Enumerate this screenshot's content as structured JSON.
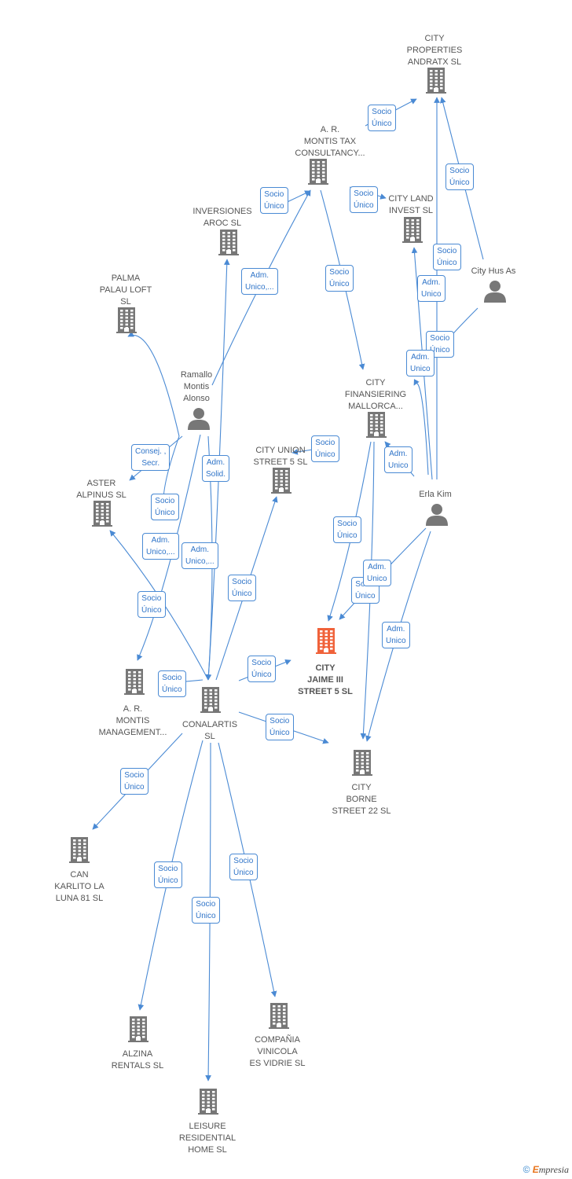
{
  "colors": {
    "edge": "#4a8ad4",
    "node": "#777777",
    "highlight": "#f0623a",
    "label_text": "#2f74c8"
  },
  "nodes": [
    {
      "id": "city_properties",
      "type": "company",
      "lines": [
        "CITY",
        "PROPERTIES",
        "ANDRATX  SL"
      ]
    },
    {
      "id": "ar_montis_tax",
      "type": "company",
      "lines": [
        "A.  R.",
        "MONTIS TAX",
        "CONSULTANCY..."
      ]
    },
    {
      "id": "inversiones_aroc",
      "type": "company",
      "lines": [
        "INVERSIONES",
        "AROC  SL"
      ]
    },
    {
      "id": "city_land",
      "type": "company",
      "lines": [
        "CITY LAND",
        "INVEST  SL"
      ]
    },
    {
      "id": "city_hus",
      "type": "person",
      "lines": [
        "City Hus As"
      ]
    },
    {
      "id": "palma_palau",
      "type": "company",
      "lines": [
        "PALMA",
        "PALAU LOFT",
        "SL"
      ]
    },
    {
      "id": "ramallo",
      "type": "person",
      "lines": [
        "Ramallo",
        "Montis",
        "Alonso"
      ]
    },
    {
      "id": "city_finansiering",
      "type": "company",
      "lines": [
        "CITY",
        "FINANSIERING",
        "MALLORCA..."
      ]
    },
    {
      "id": "city_union",
      "type": "company",
      "lines": [
        "CITY UNION",
        "STREET 5  SL"
      ]
    },
    {
      "id": "aster_alpinus",
      "type": "company",
      "lines": [
        "ASTER",
        "ALPINUS  SL"
      ]
    },
    {
      "id": "erla_kim",
      "type": "person",
      "lines": [
        "Erla Kim"
      ]
    },
    {
      "id": "city_jaime",
      "type": "company",
      "main": true,
      "lines": [
        "CITY",
        "JAIME III",
        "STREET 5  SL"
      ]
    },
    {
      "id": "ar_montis_mgmt",
      "type": "company",
      "lines": [
        "A.  R.",
        "MONTIS",
        "MANAGEMENT..."
      ]
    },
    {
      "id": "conalartis",
      "type": "company",
      "lines": [
        "CONALARTIS",
        "SL"
      ]
    },
    {
      "id": "city_borne",
      "type": "company",
      "lines": [
        "CITY",
        "BORNE",
        "STREET 22  SL"
      ]
    },
    {
      "id": "can_karlito",
      "type": "company",
      "lines": [
        "CAN",
        "KARLITO LA",
        "LUNA 81  SL"
      ]
    },
    {
      "id": "alzina",
      "type": "company",
      "lines": [
        "ALZINA",
        "RENTALS  SL"
      ]
    },
    {
      "id": "compania_vinicola",
      "type": "company",
      "lines": [
        "COMPAÑIA",
        "VINICOLA",
        "ES VIDRIE  SL"
      ]
    },
    {
      "id": "leisure",
      "type": "company",
      "lines": [
        "LEISURE",
        "RESIDENTIAL",
        "HOME  SL"
      ]
    }
  ],
  "edge_labels": [
    [
      "Socio",
      "Único"
    ],
    [
      "Socio",
      "Único"
    ],
    [
      "Socio",
      "Único"
    ],
    [
      "Socio",
      "Único"
    ],
    [
      "Socio",
      "Único"
    ],
    [
      "Adm.",
      "Unico,..."
    ],
    [
      "Socio",
      "Único"
    ],
    [
      "Adm.",
      "Unico"
    ],
    [
      "Socio",
      "Único"
    ],
    [
      "Adm.",
      "Unico"
    ],
    [
      "Consej. ,",
      "Secr."
    ],
    [
      "Adm.",
      "Solid."
    ],
    [
      "Socio",
      "Único"
    ],
    [
      "Adm.",
      "Unico"
    ],
    [
      "Socio",
      "Único"
    ],
    [
      "Socio",
      "Único"
    ],
    [
      "Adm.",
      "Unico,..."
    ],
    [
      "Adm.",
      "Unico,..."
    ],
    [
      "Socio",
      "Único"
    ],
    [
      "Adm.",
      "Unico"
    ],
    [
      "Socio",
      "Único"
    ],
    [
      "Socio",
      "Único"
    ],
    [
      "Adm.",
      "Unico"
    ],
    [
      "Socio",
      "Único"
    ],
    [
      "Socio",
      "Único"
    ],
    [
      "Socio",
      "Único"
    ],
    [
      "Socio",
      "Único"
    ],
    [
      "Socio",
      "Único"
    ],
    [
      "Socio",
      "Único"
    ],
    [
      "Socio",
      "Único"
    ],
    [
      "Socio",
      "Único"
    ]
  ],
  "footer": {
    "copyright": "©",
    "brand_first": "E",
    "brand_rest": "mpresia"
  }
}
